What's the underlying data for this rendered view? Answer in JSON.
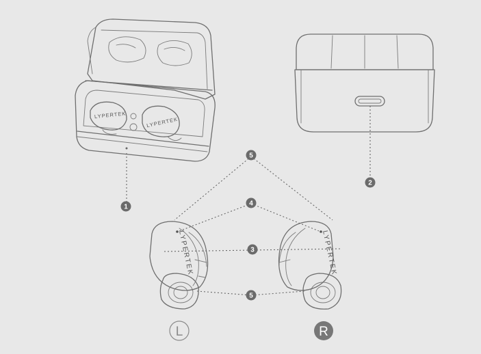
{
  "brand_label": "LYPERTEK",
  "callouts": {
    "c1": "1",
    "c2": "2",
    "c3": "3",
    "c4": "4",
    "c5_top": "5",
    "c5_bottom": "5"
  },
  "side_labels": {
    "left": "L",
    "right": "R"
  },
  "colors": {
    "background": "#e8e8e8",
    "line": "#6e6e6e",
    "callout_fill": "#6b6b6b"
  }
}
